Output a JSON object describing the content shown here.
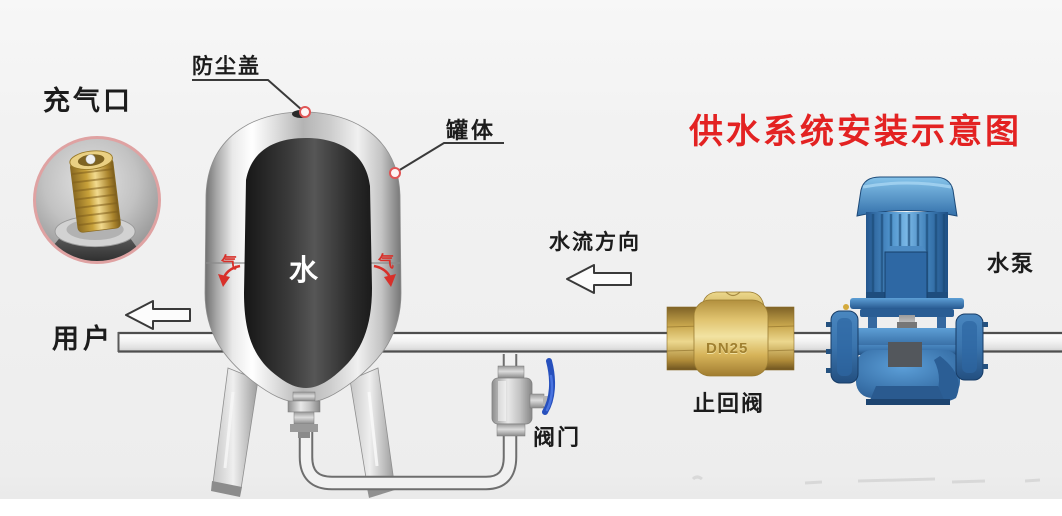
{
  "title": "供水系统安装示意图",
  "labels": {
    "air_inlet": "充气口",
    "dust_cover": "防尘盖",
    "tank_body": "罐体",
    "user": "用户",
    "flow_direction": "水流方向",
    "check_valve": "止回阀",
    "pump": "水泵",
    "valve": "阀门",
    "water": "水",
    "air_left": "气",
    "air_right": "气"
  },
  "markings": {
    "check_valve": "DN25"
  },
  "icons": {
    "flow_arrow_user": "hollow-left-arrow",
    "flow_arrow_direction": "hollow-left-arrow",
    "air_arrow_left": "red-down-left-arrow",
    "air_arrow_right": "red-down-right-arrow",
    "callout_marker": "red-ring"
  },
  "colors": {
    "title": "#e32222",
    "air_text": "#d8302a",
    "callout_marker": "#e05555",
    "pump_blue": "#3a7ab8",
    "brass_gold": "#d9b964",
    "valve_handle_blue": "#2750bd",
    "background": "#f0f0f0"
  }
}
